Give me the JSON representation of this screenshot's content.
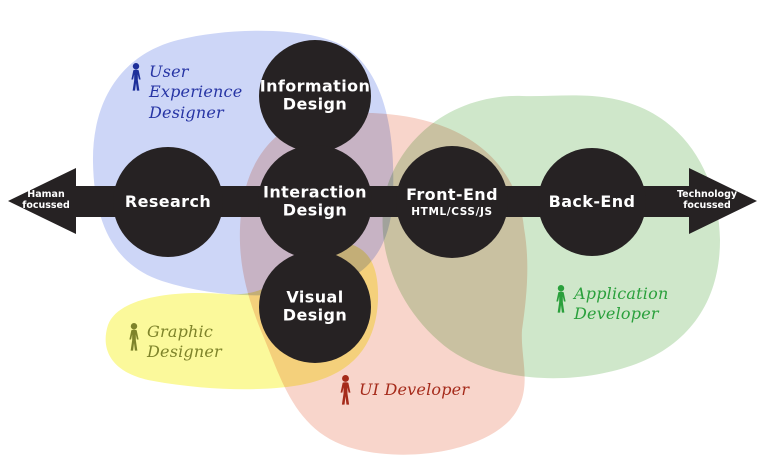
{
  "diagram": {
    "title_note": "Web design / development roles spectrum diagram",
    "axis": {
      "left_label": "Haman\nfocussed",
      "right_label": "Technology\nfocussed"
    },
    "nodes": {
      "research": {
        "label": "Research"
      },
      "information_design": {
        "label": "Information\nDesign"
      },
      "interaction_design": {
        "label": "Interaction\nDesign"
      },
      "visual_design": {
        "label": "Visual\nDesign"
      },
      "front_end": {
        "label": "Front-End",
        "sublabel": "HTML/CSS/JS"
      },
      "back_end": {
        "label": "Back-End"
      }
    },
    "roles": {
      "ux_designer": {
        "label": "User\nExperience\nDesigner",
        "text_color": "#2634a4",
        "icon_color": "#1d2f9a",
        "blob_color": "#cdd6f7"
      },
      "graphic_designer": {
        "label": "Graphic\nDesigner",
        "text_color": "#7e832a",
        "icon_color": "#7e832a",
        "blob_color": "#fbf99b"
      },
      "ui_developer": {
        "label": "UI Developer",
        "text_color": "#a52a1a",
        "icon_color": "#a52a1a",
        "blob_color": "#f8d5cb"
      },
      "application_developer": {
        "label": "Application\nDeveloper",
        "text_color": "#2aa03c",
        "icon_color": "#2aa03c",
        "blob_color": "#cfe7ca"
      }
    },
    "colors": {
      "node_fill": "#262223",
      "arrow_fill": "#262223",
      "node_text": "#ffffff",
      "background": "#ffffff"
    }
  }
}
